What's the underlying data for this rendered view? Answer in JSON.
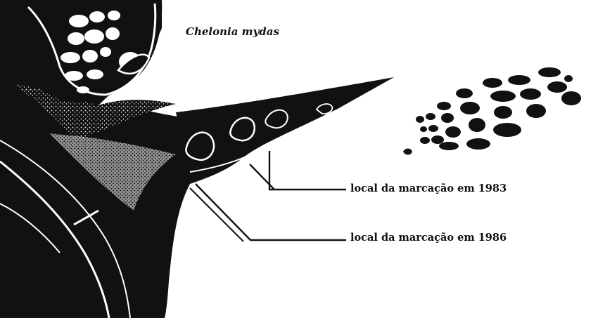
{
  "figure": {
    "species": "Chelonia mydas",
    "labels": [
      {
        "id": "tag_1983",
        "text": "local da marcação em 1983"
      },
      {
        "id": "tag_1986",
        "text": "local da marcação em 1986"
      }
    ]
  },
  "colors": {
    "ink": "#111111",
    "paper": "#ffffff"
  }
}
